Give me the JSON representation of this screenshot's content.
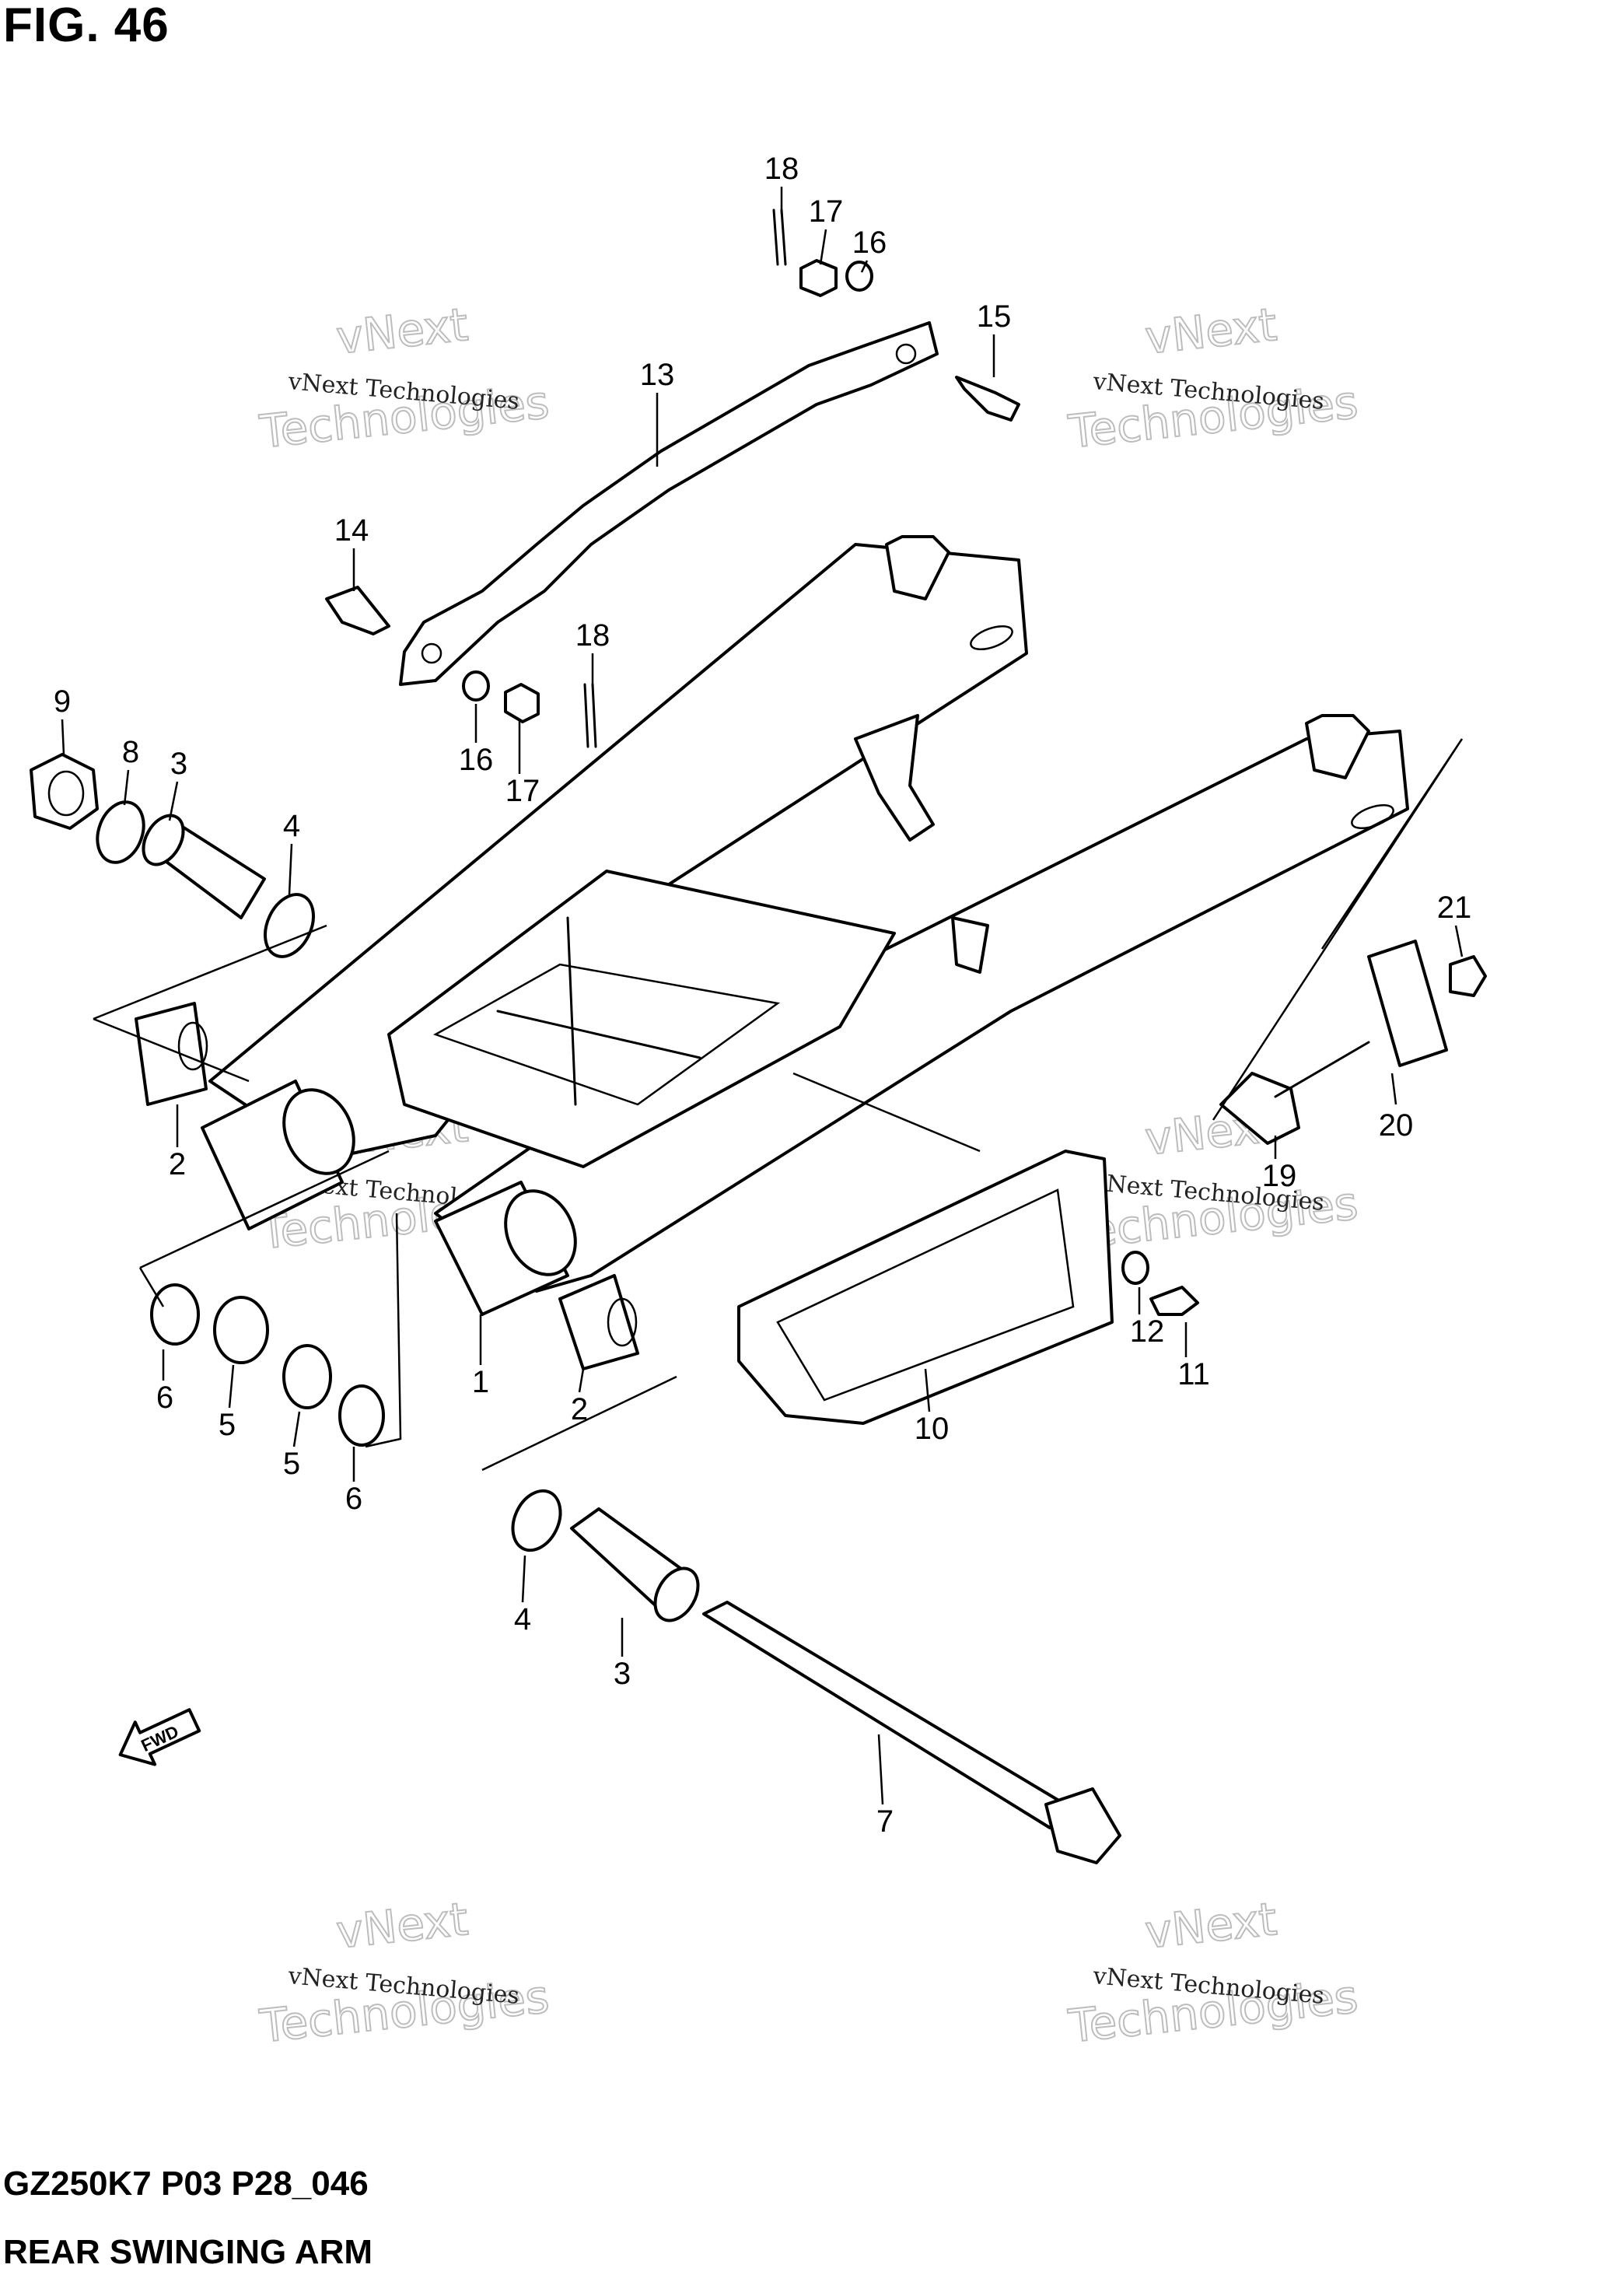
{
  "figure": {
    "title": "FIG. 46",
    "code": "GZ250K7 P03 P28_046",
    "subtitle": "REAR SWINGING ARM"
  },
  "watermark": {
    "line1": "vNext Technologies",
    "line2": "vNext",
    "line3": "Technologies"
  },
  "fwd_label": "FWD",
  "callouts": [
    {
      "id": "c18a",
      "label": "18"
    },
    {
      "id": "c17a",
      "label": "17"
    },
    {
      "id": "c16a",
      "label": "16"
    },
    {
      "id": "c15",
      "label": "15"
    },
    {
      "id": "c13",
      "label": "13"
    },
    {
      "id": "c14",
      "label": "14"
    },
    {
      "id": "c18b",
      "label": "18"
    },
    {
      "id": "c16b",
      "label": "16"
    },
    {
      "id": "c17b",
      "label": "17"
    },
    {
      "id": "c9",
      "label": "9"
    },
    {
      "id": "c8",
      "label": "8"
    },
    {
      "id": "c3a",
      "label": "3"
    },
    {
      "id": "c4a",
      "label": "4"
    },
    {
      "id": "c21",
      "label": "21"
    },
    {
      "id": "c20",
      "label": "20"
    },
    {
      "id": "c19",
      "label": "19"
    },
    {
      "id": "c2a",
      "label": "2"
    },
    {
      "id": "c6a",
      "label": "6"
    },
    {
      "id": "c5a",
      "label": "5"
    },
    {
      "id": "c5b",
      "label": "5"
    },
    {
      "id": "c6b",
      "label": "6"
    },
    {
      "id": "c1",
      "label": "1"
    },
    {
      "id": "c2b",
      "label": "2"
    },
    {
      "id": "c12",
      "label": "12"
    },
    {
      "id": "c11",
      "label": "11"
    },
    {
      "id": "c10",
      "label": "10"
    },
    {
      "id": "c4b",
      "label": "4"
    },
    {
      "id": "c3b",
      "label": "3"
    },
    {
      "id": "c7",
      "label": "7"
    }
  ]
}
